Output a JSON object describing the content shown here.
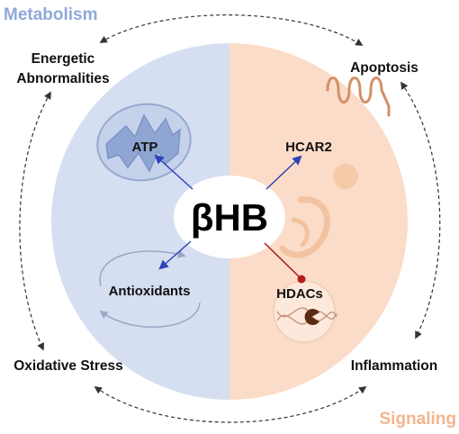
{
  "headers": {
    "metabolism": "Metabolism",
    "signaling": "Signaling"
  },
  "center": {
    "label": "βHB"
  },
  "corners": {
    "energetic_line1": "Energetic",
    "energetic_line2": "Abnormalities",
    "apoptosis": "Apoptosis",
    "oxidative": "Oxidative Stress",
    "inflammation": "Inflammation"
  },
  "inner": {
    "atp": "ATP",
    "hcar2": "HCAR2",
    "antioxidants": "Antioxidants",
    "hdacs": "HDACs"
  },
  "colors": {
    "metabolism_bg": "#d6dff1",
    "signaling_bg": "#fbdcc8",
    "metabolism_header": "#8fa9d9",
    "signaling_header": "#f3b58f",
    "activation_arrow": "#2e43b8",
    "inhibition_line": "#a01818",
    "cycle_arrows": "#333333"
  },
  "icons": {
    "mitochondrion": "mitochondrion-icon",
    "cell_membrane": "cell-membrane-icon",
    "golgi": "golgi-icon",
    "dna": "dna-helix-icon",
    "enzyme": "pacman-enzyme-icon"
  }
}
